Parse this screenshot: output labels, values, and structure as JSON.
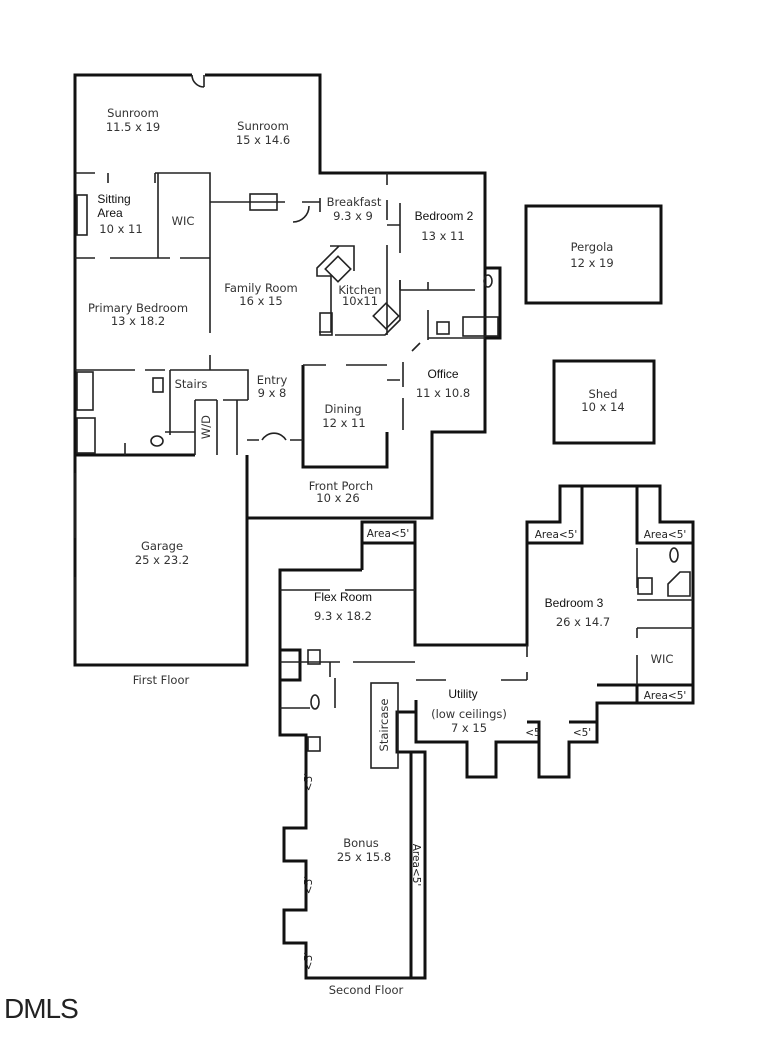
{
  "first_floor": {
    "caption": "First Floor",
    "rooms": {
      "sunroom_a": {
        "name": "Sunroom",
        "dims": "11.5 x 19"
      },
      "sunroom_b": {
        "name": "Sunroom",
        "dims": "15 x 14.6"
      },
      "sitting": {
        "name1": "Sitting",
        "name2": "Area",
        "dims": "10 x 11"
      },
      "wic": {
        "name": "WIC"
      },
      "breakfast": {
        "name": "Breakfast",
        "dims": "9.3 x 9"
      },
      "bedroom2": {
        "name": "Bedroom 2",
        "dims": "13 x 11"
      },
      "family": {
        "name": "Family Room",
        "dims": "16 x 15"
      },
      "kitchen": {
        "name": "Kitchen",
        "dims": "10x11"
      },
      "primary": {
        "name": "Primary Bedroom",
        "dims": "13 x 18.2"
      },
      "stairs": {
        "name": "Stairs"
      },
      "entry": {
        "name": "Entry",
        "dims": "9 x 8"
      },
      "office": {
        "name": "Office",
        "dims": "11 x 10.8"
      },
      "dining": {
        "name": "Dining",
        "dims": "12 x 11"
      },
      "wd": {
        "name": "W/D"
      },
      "porch": {
        "name": "Front Porch",
        "dims": "10 x 26"
      },
      "garage": {
        "name": "Garage",
        "dims": "25 x 23.2"
      }
    }
  },
  "outbuildings": {
    "pergola": {
      "name": "Pergola",
      "dims": "12 x 19"
    },
    "shed": {
      "name": "Shed",
      "dims": "10 x 14"
    }
  },
  "second_floor": {
    "caption": "Second Floor",
    "rooms": {
      "flex": {
        "name": "Flex Room",
        "dims": "9.3 x 18.2"
      },
      "bedroom3": {
        "name": "Bedroom 3",
        "dims": "26 x 14.7"
      },
      "wic": {
        "name": "WIC"
      },
      "utility": {
        "name": "Utility",
        "note": "(low ceilings)",
        "dims": "7 x 15"
      },
      "staircase": {
        "name": "Staircase"
      },
      "bonus": {
        "name": "Bonus",
        "dims": "25 x 15.8"
      },
      "area1": "Area<5'",
      "area2": "Area<5'",
      "area3": "Area<5'",
      "area4": "Area<5'",
      "area5": "Area<5'",
      "lt1": "<5'",
      "lt2": "<5'",
      "lt3": "<5'",
      "lt4": "<5",
      "lt5": "<5'"
    }
  },
  "logo": "DMLS"
}
